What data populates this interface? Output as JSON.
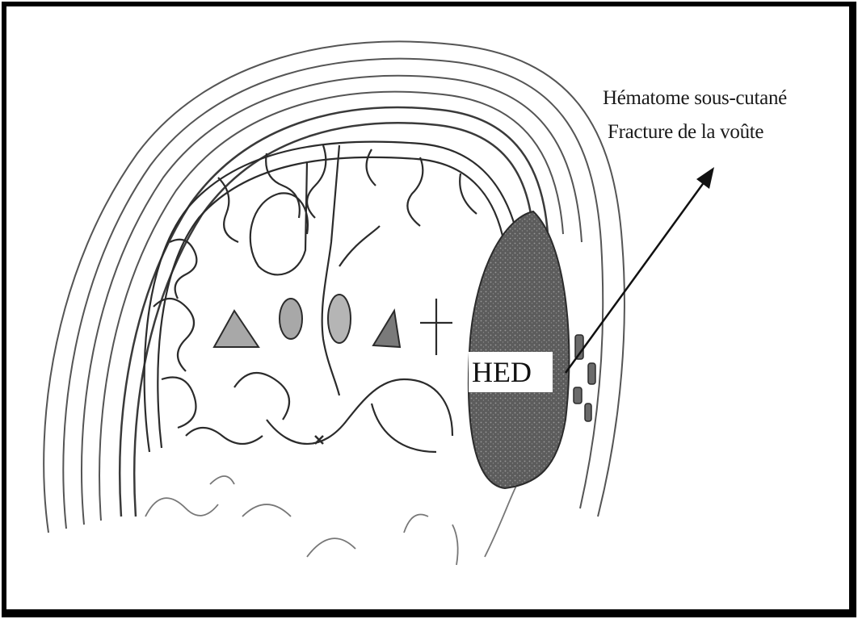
{
  "labels": {
    "hematoma": "Hématome sous-cutané",
    "fracture": "Fracture de la voûte",
    "hed": "HED"
  },
  "colors": {
    "ink": "#2b2b2b",
    "hematoma_fill": "#6f6f6f",
    "frame": "#000000"
  }
}
